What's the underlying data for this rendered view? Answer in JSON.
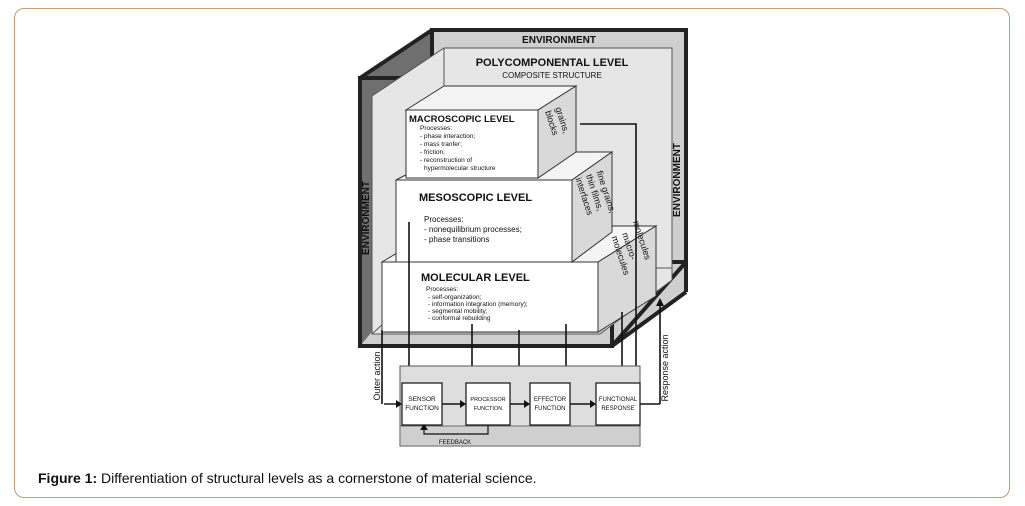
{
  "diagram": {
    "environment_top": "ENVIRONMENT",
    "environment_left": "ENVIRONMENT",
    "environment_right": "ENVIRONMENT",
    "poly_title": "POLYCOMPONENTAL LEVEL",
    "poly_sub": "COMPOSITE STRUCTURE",
    "macro": {
      "title": "MACROSCOPIC LEVEL",
      "processes_head": "Processes:",
      "processes": [
        "- phase interaction;",
        "- mass tranfer;",
        "- friction;",
        "- reconstruction of",
        "hypermolecular structure"
      ],
      "side": [
        "grains,",
        "blocks"
      ]
    },
    "meso": {
      "title": "MESOSCOPIC LEVEL",
      "processes_head": "Processes:",
      "processes": [
        "- nonequilibrium processes;",
        "- phase transitions"
      ],
      "side": [
        "fine grains,",
        "thin films,",
        "interfaces"
      ]
    },
    "molec": {
      "title": "MOLECULAR LEVEL",
      "processes_head": "Processes:",
      "processes": [
        "- self-organization;",
        "- information integration (memory);",
        "- segmental mobility;",
        "- conformal rebuilding"
      ],
      "side": [
        "molecules",
        "macro-",
        "molecules"
      ]
    },
    "outer_action": "Outer action",
    "response_action": "Response action",
    "functions": {
      "sensor": [
        "SENSOR",
        "FUNCTION"
      ],
      "processor": [
        "PROCESSOR",
        "FUNCTION"
      ],
      "effector": [
        "EFFECTOR",
        "FUNCTION"
      ],
      "response": [
        "FUNCTIONAL",
        "RESPONSE"
      ]
    },
    "feedback": "FEEDBACK"
  },
  "caption": {
    "label": "Figure 1:",
    "text": " Differentiation of structural levels as a cornerstone of material science."
  }
}
